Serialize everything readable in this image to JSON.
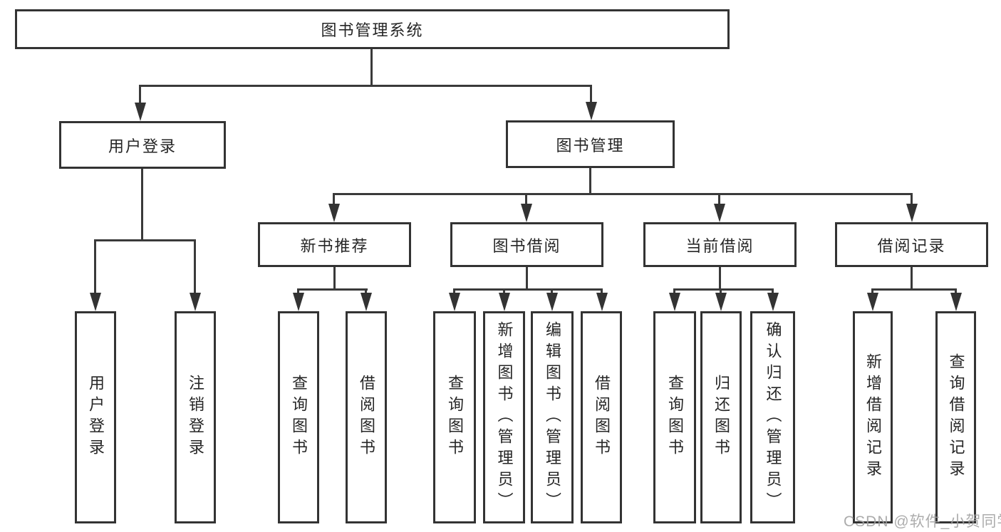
{
  "title": "图书管理系统",
  "branches": [
    {
      "label": "用户登录",
      "children": [
        {
          "label": "用户登录"
        },
        {
          "label": "注销登录"
        }
      ]
    },
    {
      "label": "图书管理",
      "children": [
        {
          "label": "新书推荐",
          "children": [
            {
              "label": "查询图书"
            },
            {
              "label": "借阅图书"
            }
          ]
        },
        {
          "label": "图书借阅",
          "children": [
            {
              "label": "查询图书"
            },
            {
              "label": "新增图书（管理员）"
            },
            {
              "label": "编辑图书（管理员）"
            },
            {
              "label": "借阅图书"
            }
          ]
        },
        {
          "label": "当前借阅",
          "children": [
            {
              "label": "查询图书"
            },
            {
              "label": "归还图书"
            },
            {
              "label": "确认归还（管理员）"
            }
          ]
        },
        {
          "label": "借阅记录",
          "children": [
            {
              "label": "新增借阅记录"
            },
            {
              "label": "查询借阅记录"
            }
          ]
        }
      ]
    }
  ],
  "watermark": "CSDN @软件_小贺同学",
  "colors": {
    "line": "#333333",
    "box_fill": "#ffffff",
    "watermark": "#a0a0a0"
  }
}
